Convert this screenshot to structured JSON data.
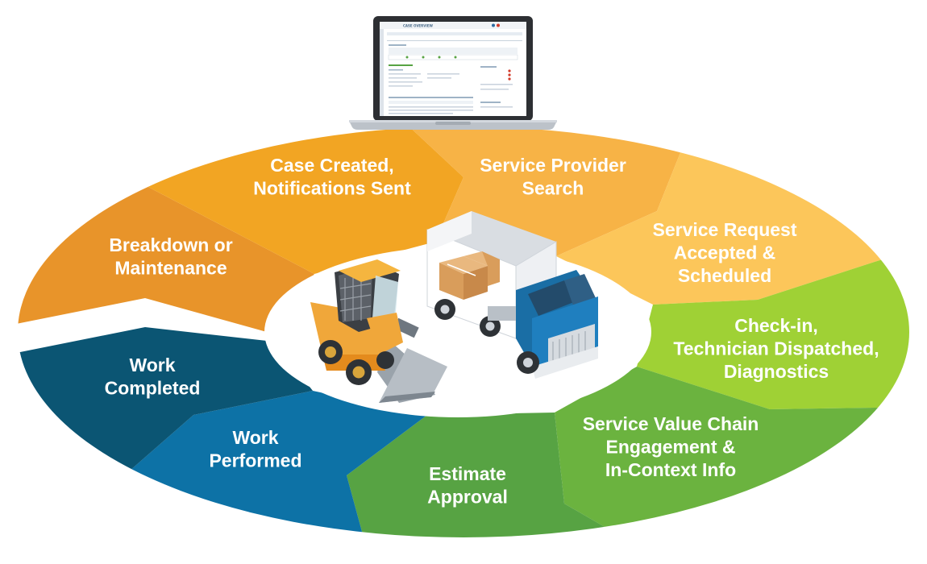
{
  "diagram": {
    "segments": [
      {
        "id": "breakdown",
        "lines": [
          "Breakdown or",
          "Maintenance"
        ],
        "color": "#e8942a"
      },
      {
        "id": "case-created",
        "lines": [
          "Case Created,",
          "Notifications Sent"
        ],
        "color": "#f2a523"
      },
      {
        "id": "provider-search",
        "lines": [
          "Service Provider",
          "Search"
        ],
        "color": "#f7b346"
      },
      {
        "id": "request-accepted",
        "lines": [
          "Service Request",
          "Accepted &",
          "Scheduled"
        ],
        "color": "#fcc65a"
      },
      {
        "id": "check-in",
        "lines": [
          "Check-in,",
          "Technician Dispatched,",
          "Diagnostics"
        ],
        "color": "#9fd135"
      },
      {
        "id": "value-chain",
        "lines": [
          "Service Value Chain",
          "Engagement &",
          "In-Context Info"
        ],
        "color": "#6bb33f"
      },
      {
        "id": "estimate-approval",
        "lines": [
          "Estimate",
          "Approval"
        ],
        "color": "#57a343"
      },
      {
        "id": "work-performed",
        "lines": [
          "Work",
          "Performed"
        ],
        "color": "#0d72a6"
      },
      {
        "id": "work-completed",
        "lines": [
          "Work",
          "Completed"
        ],
        "color": "#0b5573"
      }
    ]
  },
  "laptop": {
    "screen_title": "CASE OVERVIEW"
  }
}
